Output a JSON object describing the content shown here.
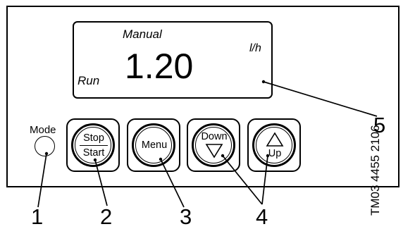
{
  "display": {
    "mode_text": "Manual",
    "unit_text": "l/h",
    "status_text": "Run",
    "value_text": "1.20"
  },
  "controls": {
    "mode_label": "Mode",
    "stop_label": "Stop",
    "start_label": "Start",
    "menu_label": "Menu",
    "down_label": "Down",
    "up_label": "Up"
  },
  "callouts": [
    "1",
    "2",
    "3",
    "4",
    "5"
  ],
  "drawing_code": "TM03 4455 2106"
}
